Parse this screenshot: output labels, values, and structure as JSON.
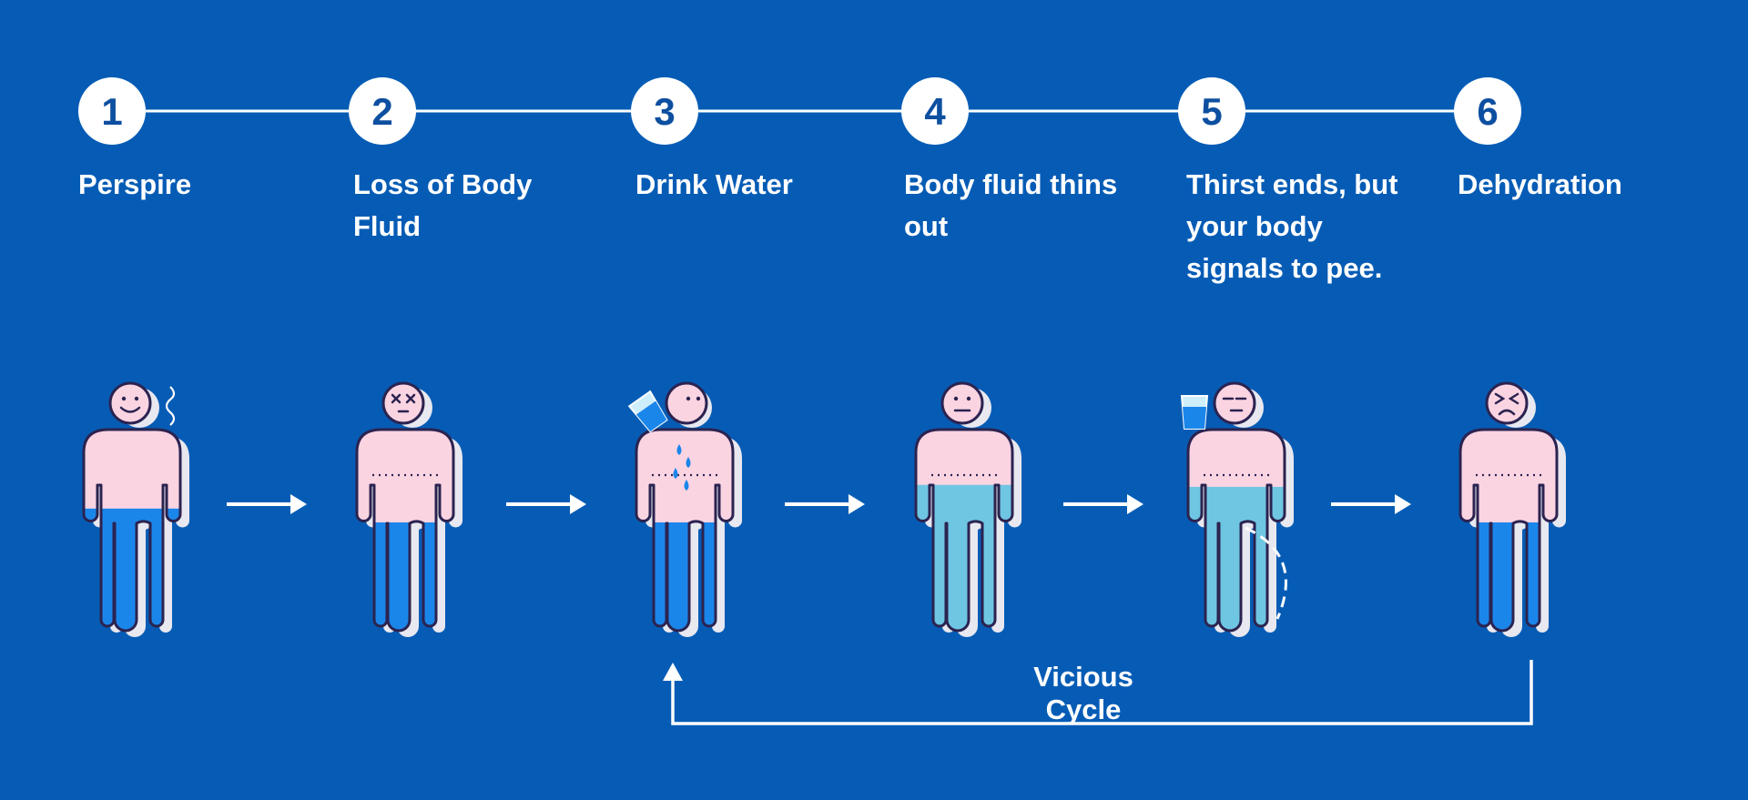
{
  "colors": {
    "background": "#065cb5",
    "line": "#ffffff",
    "badge": "#ffffff",
    "badge_text": "#0d4fa0",
    "skin": "#fbd4e2",
    "outline": "#2b2350",
    "shadow": "#e8e8f0",
    "water_dark": "#1b86ea",
    "water_light": "#6fc6e2",
    "face": "#2b2350"
  },
  "steps": [
    {
      "number": "1",
      "label": "Perspire",
      "water": "dark",
      "water_level": 0.6,
      "face": "smile",
      "extra": "sweat-icon"
    },
    {
      "number": "2",
      "label": "Loss of Body\nFluid",
      "water": "dark",
      "water_level": 0.53,
      "face": "dizzy",
      "extra": "none"
    },
    {
      "number": "3",
      "label": "Drink Water",
      "water": "dark",
      "water_level": 0.53,
      "face": "drinking",
      "extra": "water-glass-drinking-icon"
    },
    {
      "number": "4",
      "label": "Body fluid thins\nout",
      "water": "light",
      "water_level": 0.72,
      "face": "neutral",
      "extra": "none"
    },
    {
      "number": "5",
      "label": "Thirst ends, but\nyour body\nsignals to pee.",
      "water": "light",
      "water_level": 0.71,
      "face": "meh",
      "extra": "water-glass-icon"
    },
    {
      "number": "6",
      "label": "Dehydration",
      "water": "dark",
      "water_level": 0.53,
      "face": "distressed",
      "extra": "none"
    }
  ],
  "cycle": {
    "label": "Vicious Cycle",
    "from_step": 6,
    "to_step": 3
  }
}
